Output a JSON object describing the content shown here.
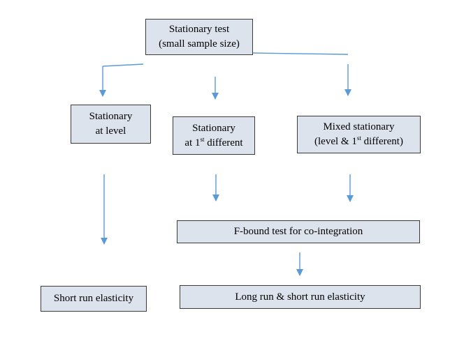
{
  "nodes": {
    "stationary_test": {
      "line1": "Stationary test",
      "line2": "(small sample size)"
    },
    "stationary_level": {
      "line1": "Stationary",
      "line2": "at level"
    },
    "stationary_first_diff": {
      "line1": "Stationary",
      "line2_prefix": "at 1",
      "line2_sup": "st",
      "line2_suffix": " different"
    },
    "mixed_stationary": {
      "line1": "Mixed stationary",
      "line2_prefix": "(level & 1",
      "line2_sup": "st",
      "line2_suffix": " different)"
    },
    "f_bound_test": {
      "label": "F-bound test for co-integration"
    },
    "short_run": {
      "label": "Short run elasticity"
    },
    "long_short_run": {
      "label": "Long run & short run elasticity"
    }
  },
  "colors": {
    "box_fill": "#dde3ec",
    "box_border": "#3a3a3a",
    "arrow": "#5b9bd5"
  }
}
